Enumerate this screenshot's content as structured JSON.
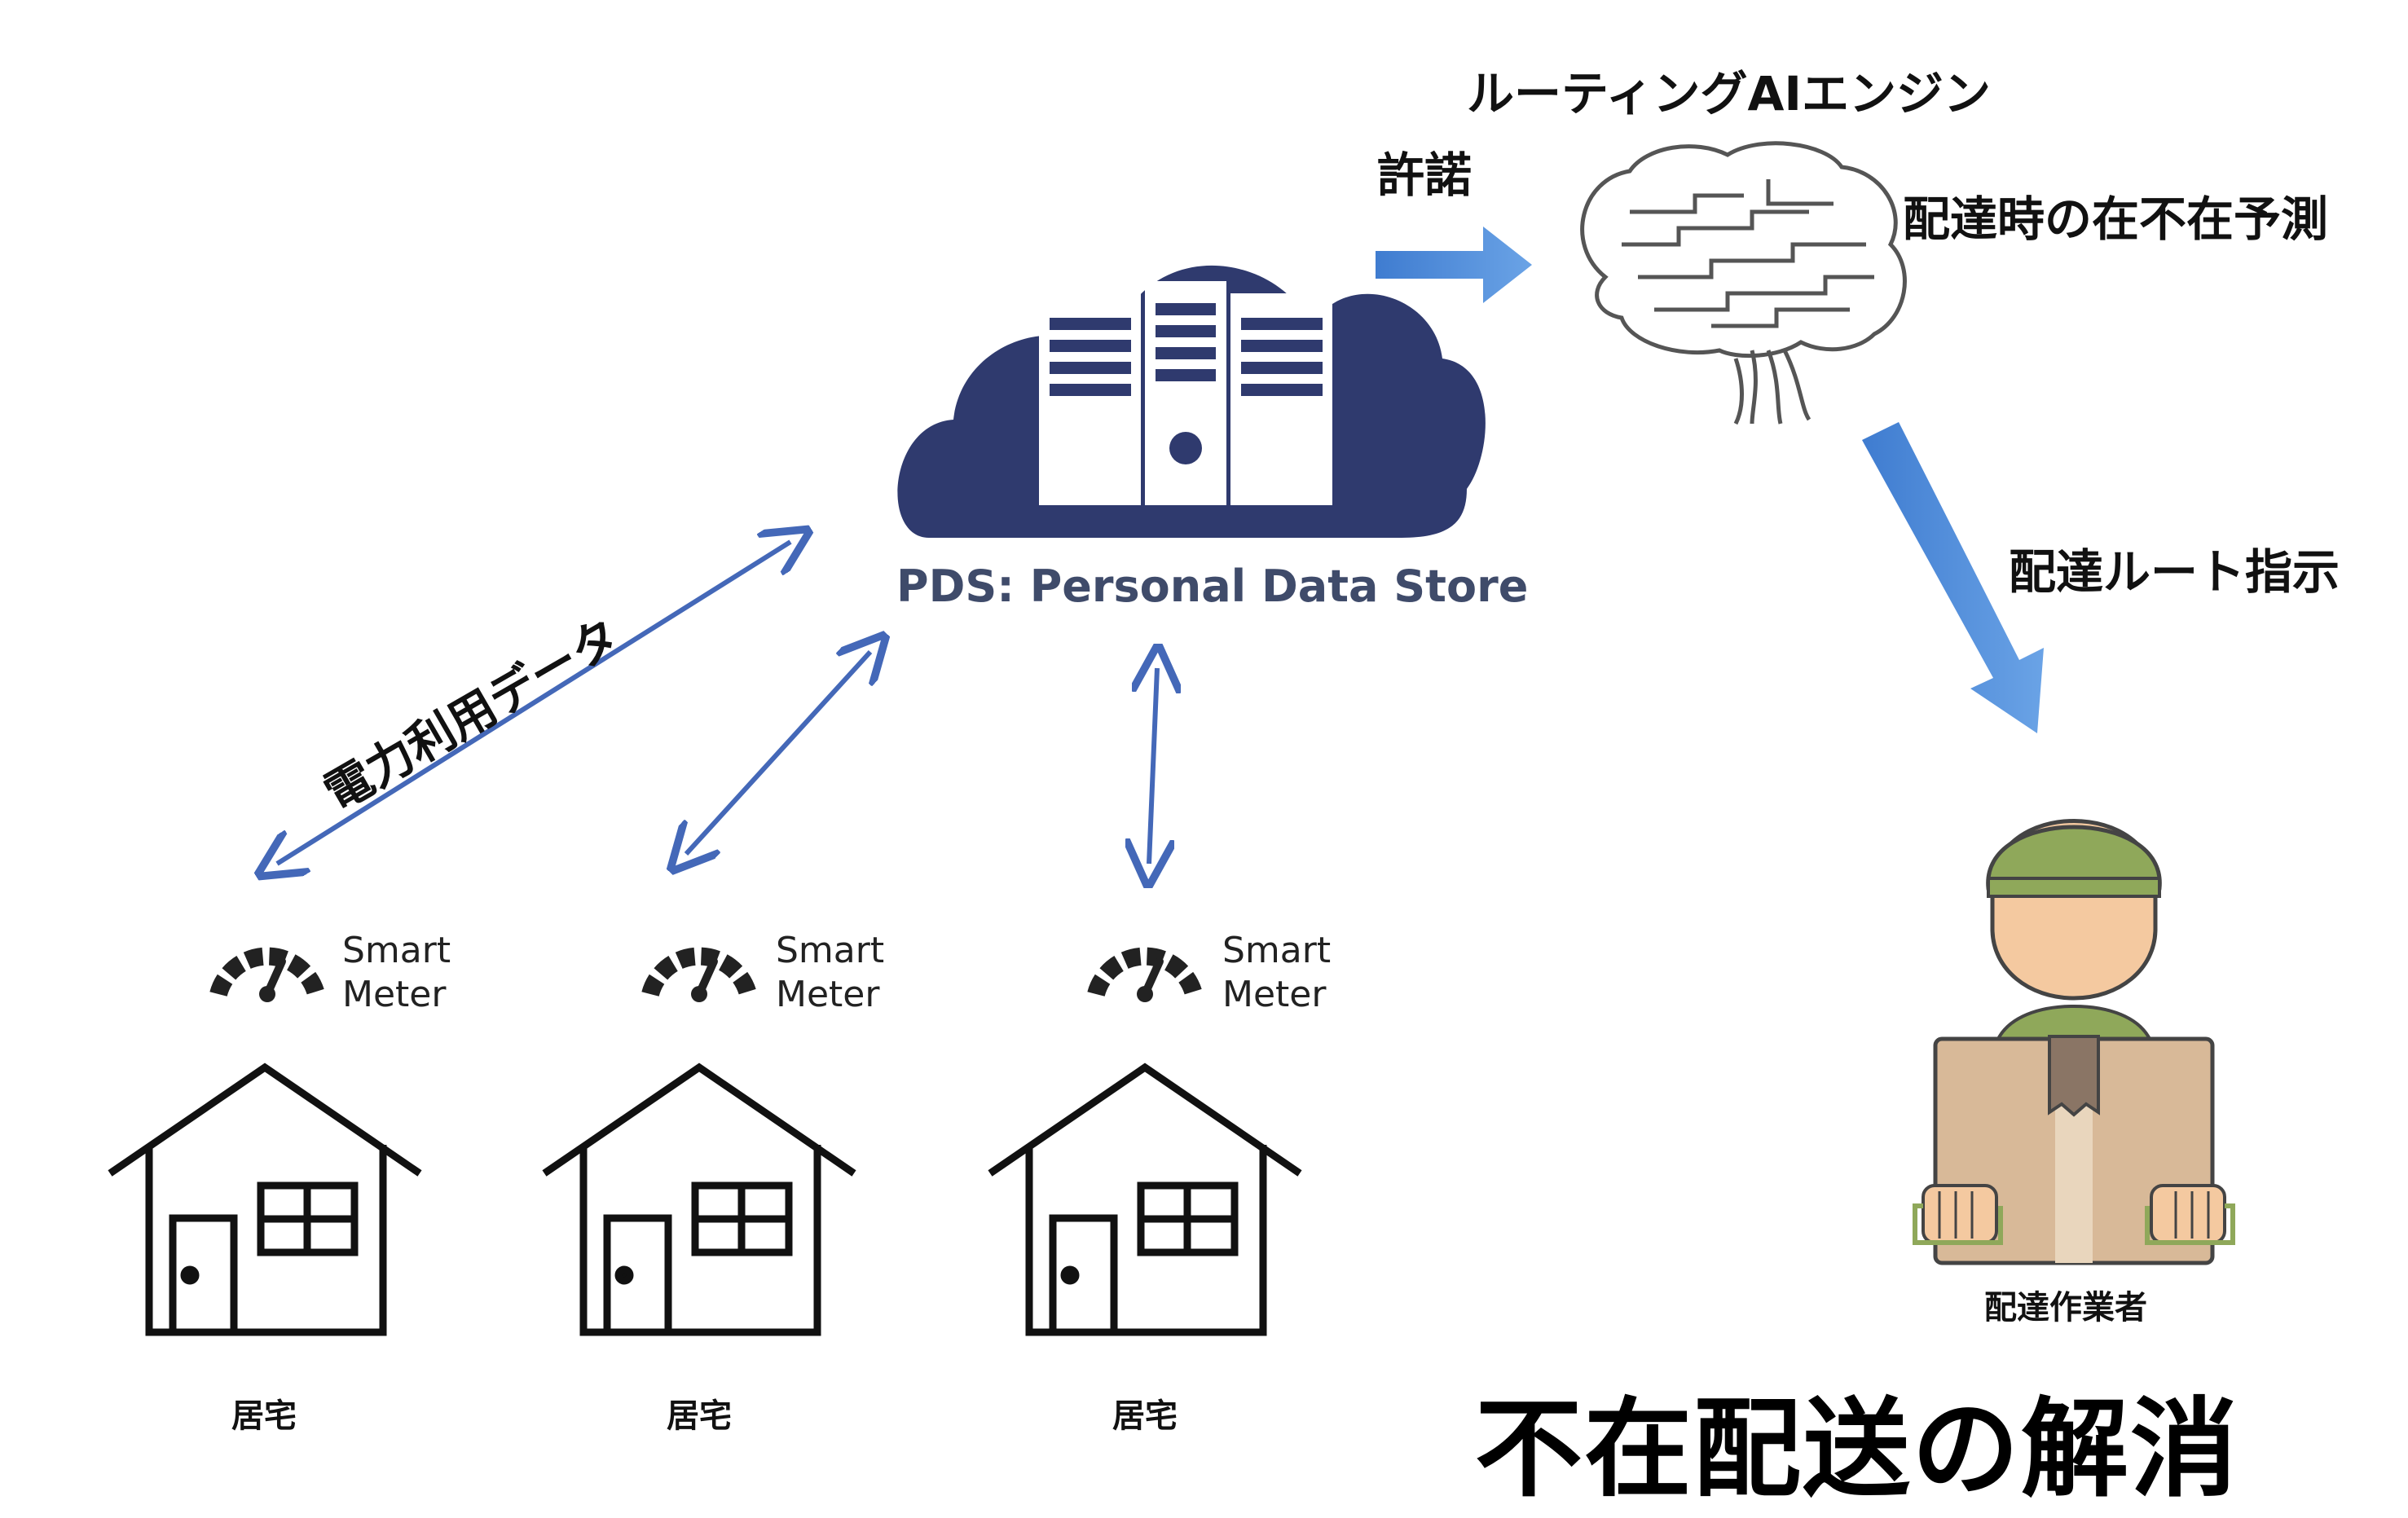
{
  "engine": {
    "title": "ルーティングAIエンジン"
  },
  "consent": {
    "label": "許諾"
  },
  "prediction": {
    "label": "配達時の在不在予測"
  },
  "route": {
    "label": "配達ルート指示"
  },
  "pds": {
    "label": "PDS: Personal Data Store"
  },
  "power_data": {
    "label": "電力利用データ"
  },
  "meters": [
    {
      "line1": "Smart",
      "line2": "Meter"
    },
    {
      "line1": "Smart",
      "line2": "Meter"
    },
    {
      "line1": "Smart",
      "line2": "Meter"
    }
  ],
  "houses": [
    {
      "label": "居宅"
    },
    {
      "label": "居宅"
    },
    {
      "label": "居宅"
    }
  ],
  "worker": {
    "label": "配達作業者"
  },
  "headline": "不在配送の解消",
  "colors": {
    "cloud": "#2f3a6e",
    "arrow_thin": "#4468b8",
    "arrow_fat": "#4f8ad6",
    "cap": "#8fa85a",
    "skin": "#f4c9a0",
    "box": "#d8b998"
  }
}
